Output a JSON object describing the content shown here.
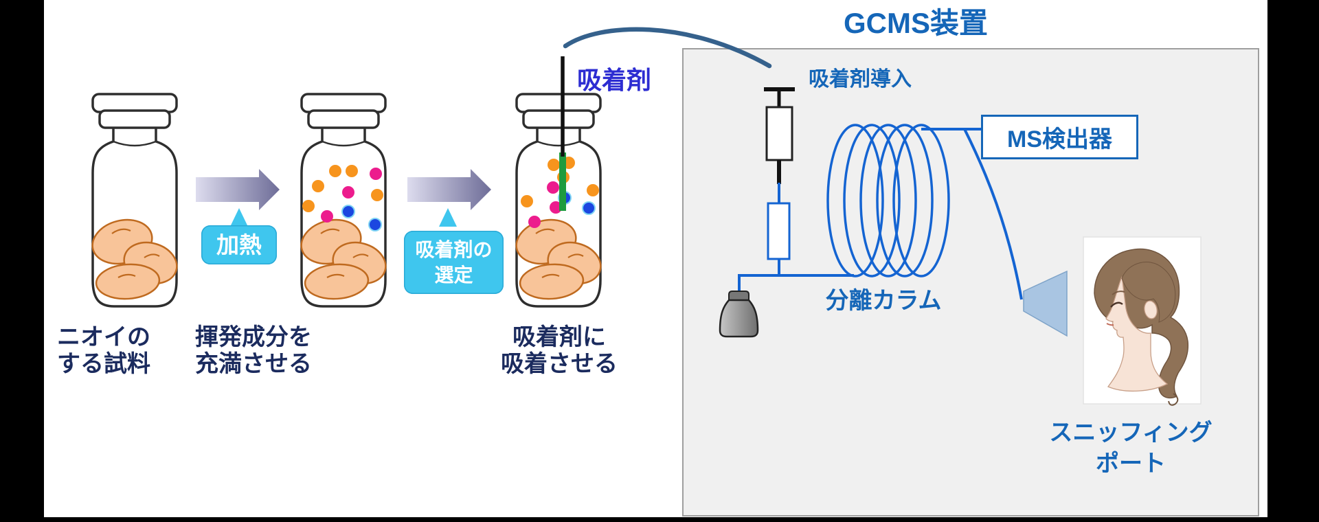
{
  "process": {
    "step1_label": {
      "line1": "ニオイの",
      "line2": "する試料"
    },
    "step2_label": {
      "line1": "揮発成分を",
      "line2": "充満させる"
    },
    "step3_label": {
      "line1": "吸着剤に",
      "line2": "吸着させる"
    },
    "heat_bubble": "加熱",
    "adsorbent_select_bubble": {
      "line1": "吸着剤の",
      "line2": "選定"
    },
    "adsorbent_label": "吸着剤",
    "dot_colors": {
      "orange": "#f7941d",
      "magenta": "#ec1c8d",
      "blue": "#1b46e0"
    },
    "bubble_color": "#3fc6ee",
    "label_color": "#1b2b5e"
  },
  "gcms": {
    "title": "GCMS装置",
    "inlet_label": "吸着剤導入",
    "detector_label": "MS検出器",
    "column_label": "分離カラム",
    "sniffing_label": {
      "line1": "スニッフィング",
      "line2": "ポート"
    },
    "accent_blue": "#1566b8",
    "tube_blue": "#1464d2",
    "panel_bg": "#f0f0f0"
  }
}
